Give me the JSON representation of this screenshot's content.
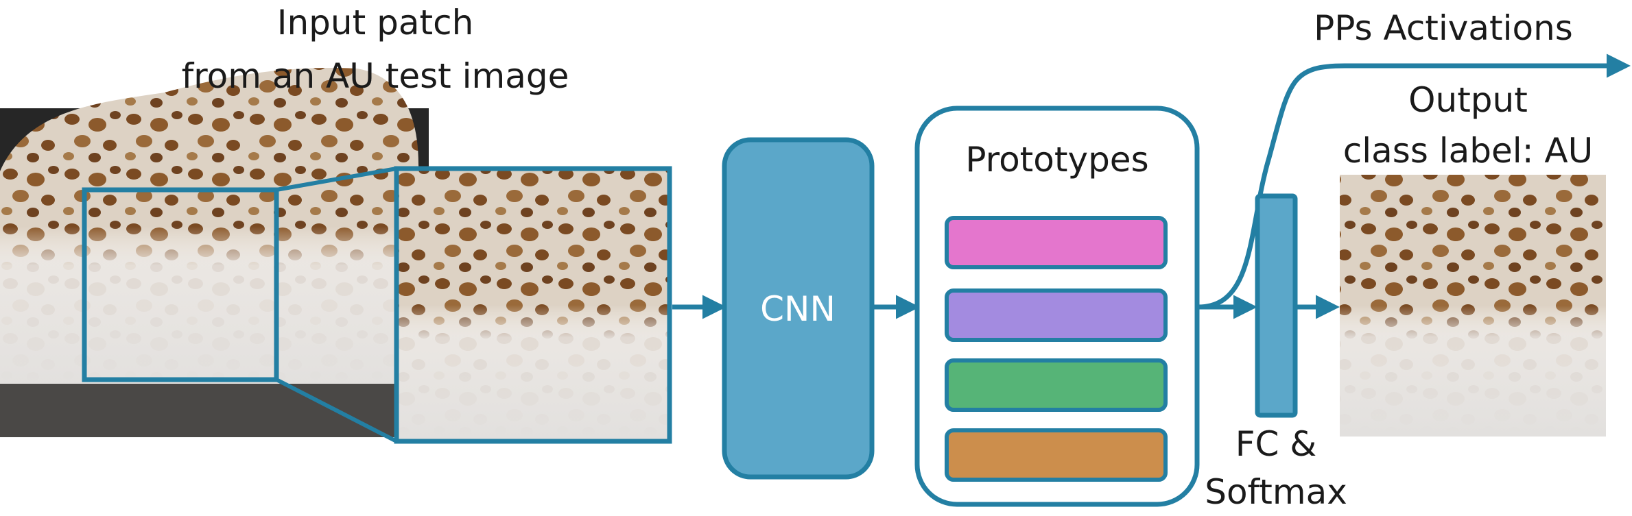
{
  "input": {
    "title_line1": "Input patch",
    "title_line2": "from an AU test image"
  },
  "cnn": {
    "label": "CNN"
  },
  "prototypes": {
    "title": "Prototypes",
    "bars": [
      {
        "color": "#e476cd"
      },
      {
        "color": "#a38be0"
      },
      {
        "color": "#56b477"
      },
      {
        "color": "#cc8e4c"
      }
    ]
  },
  "fc": {
    "label_line1": "FC &",
    "label_line2": "Softmax"
  },
  "activations": {
    "label": "PPs Activations"
  },
  "output": {
    "label_line1": "Output",
    "label_line2": "class label: AU"
  },
  "colors": {
    "accent": "#237fa3",
    "block_fill": "#5ba7c9",
    "sample_bg": "#e8e2da",
    "sample_spot": "#8a5a2a",
    "scene_bg": "#262626"
  }
}
